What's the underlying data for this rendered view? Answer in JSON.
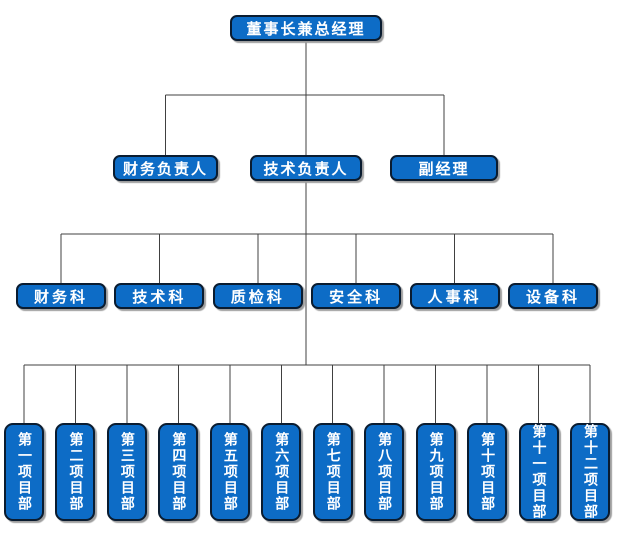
{
  "colors": {
    "page-bg": "#ffffff",
    "node-fill": "#0d6cc6",
    "node-border": "#0a1c30",
    "node-text": "#ffffff",
    "node-shadow": "#9e9e9e",
    "connector": "#404040"
  },
  "org_chart": {
    "root": {
      "label": "董事长兼总经理"
    },
    "level2": {
      "items": [
        {
          "label": "财务负责人"
        },
        {
          "label": "技术负责人"
        },
        {
          "label": "副经理"
        }
      ]
    },
    "level3": {
      "items": [
        {
          "label": "财务科"
        },
        {
          "label": "技术科"
        },
        {
          "label": "质检科"
        },
        {
          "label": "安全科"
        },
        {
          "label": "人事科"
        },
        {
          "label": "设备科"
        }
      ]
    },
    "level4": {
      "items": [
        {
          "label": "第一项目部"
        },
        {
          "label": "第二项目部"
        },
        {
          "label": "第三项目部"
        },
        {
          "label": "第四项目部"
        },
        {
          "label": "第五项目部"
        },
        {
          "label": "第六项目部"
        },
        {
          "label": "第七项目部"
        },
        {
          "label": "第八项目部"
        },
        {
          "label": "第九项目部"
        },
        {
          "label": "第十项目部"
        },
        {
          "label": "第十一项目部"
        },
        {
          "label": "第十二项目部"
        }
      ]
    }
  }
}
